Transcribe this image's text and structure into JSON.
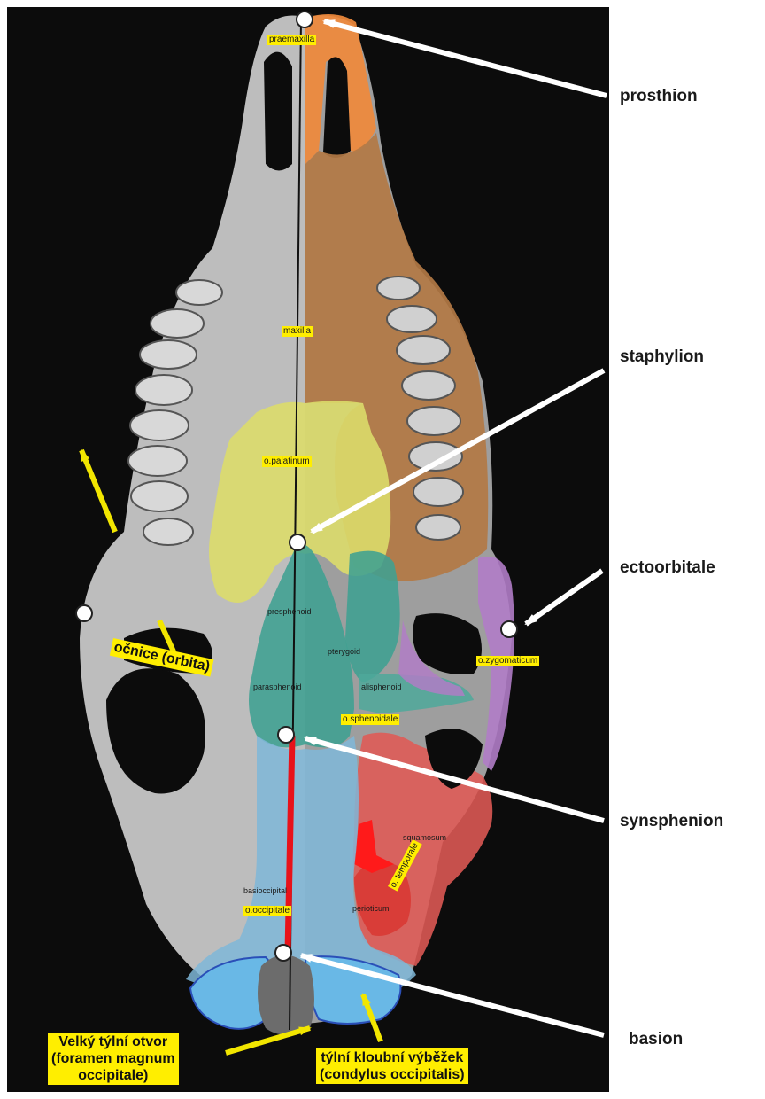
{
  "landmarks": {
    "prosthion": "prosthion",
    "staphylion": "staphylion",
    "ectoorbitale": "ectoorbitale",
    "synsphenion": "synsphenion",
    "basion": "basion"
  },
  "bones": {
    "praemaxilla": "praemaxilla",
    "maxilla": "maxilla",
    "os_palatinum": "o.palatinum",
    "presphenoid": "presphenoid",
    "pterygoid": "pterygoid",
    "parasphenoid": "parasphenoid",
    "alisphenoid": "alisphenoid",
    "os_sphenoidale": "o.sphenoidale",
    "os_zygomaticum": "o.zygomaticum",
    "squamosum": "squamosum",
    "basioccipital": "basioccipital",
    "os_occipitale": "o.occipitale",
    "perioticum": "perioticum",
    "os_temporale": "o. temporale"
  },
  "callouts": {
    "orbita": "očnice (orbita)",
    "foramen": [
      "Velký týlní otvor",
      "(foramen magnum",
      "occipitale)"
    ],
    "condylus": [
      "týlní kloubní výběžek",
      "(condylus occipitalis)"
    ]
  },
  "colors": {
    "background": "#0c0c0c",
    "skull_gray": "#bdbdbd",
    "praemaxilla_orange": "#f08a3c",
    "maxilla_brown": "#b37a45",
    "palatinum_yellow": "#dcdc6a",
    "sphenoid_teal": "#3fa092",
    "zygomaticum_purple": "#b07cc6",
    "temporal_red": "#e05a55",
    "occipital_blue": "#7fb7d8",
    "condyle_blue": "#69b8e6",
    "midline_red": "#e8121a",
    "label_yellow": "#ffee00",
    "arrow_white": "#ffffff",
    "arrow_yellow": "#f2e600"
  }
}
